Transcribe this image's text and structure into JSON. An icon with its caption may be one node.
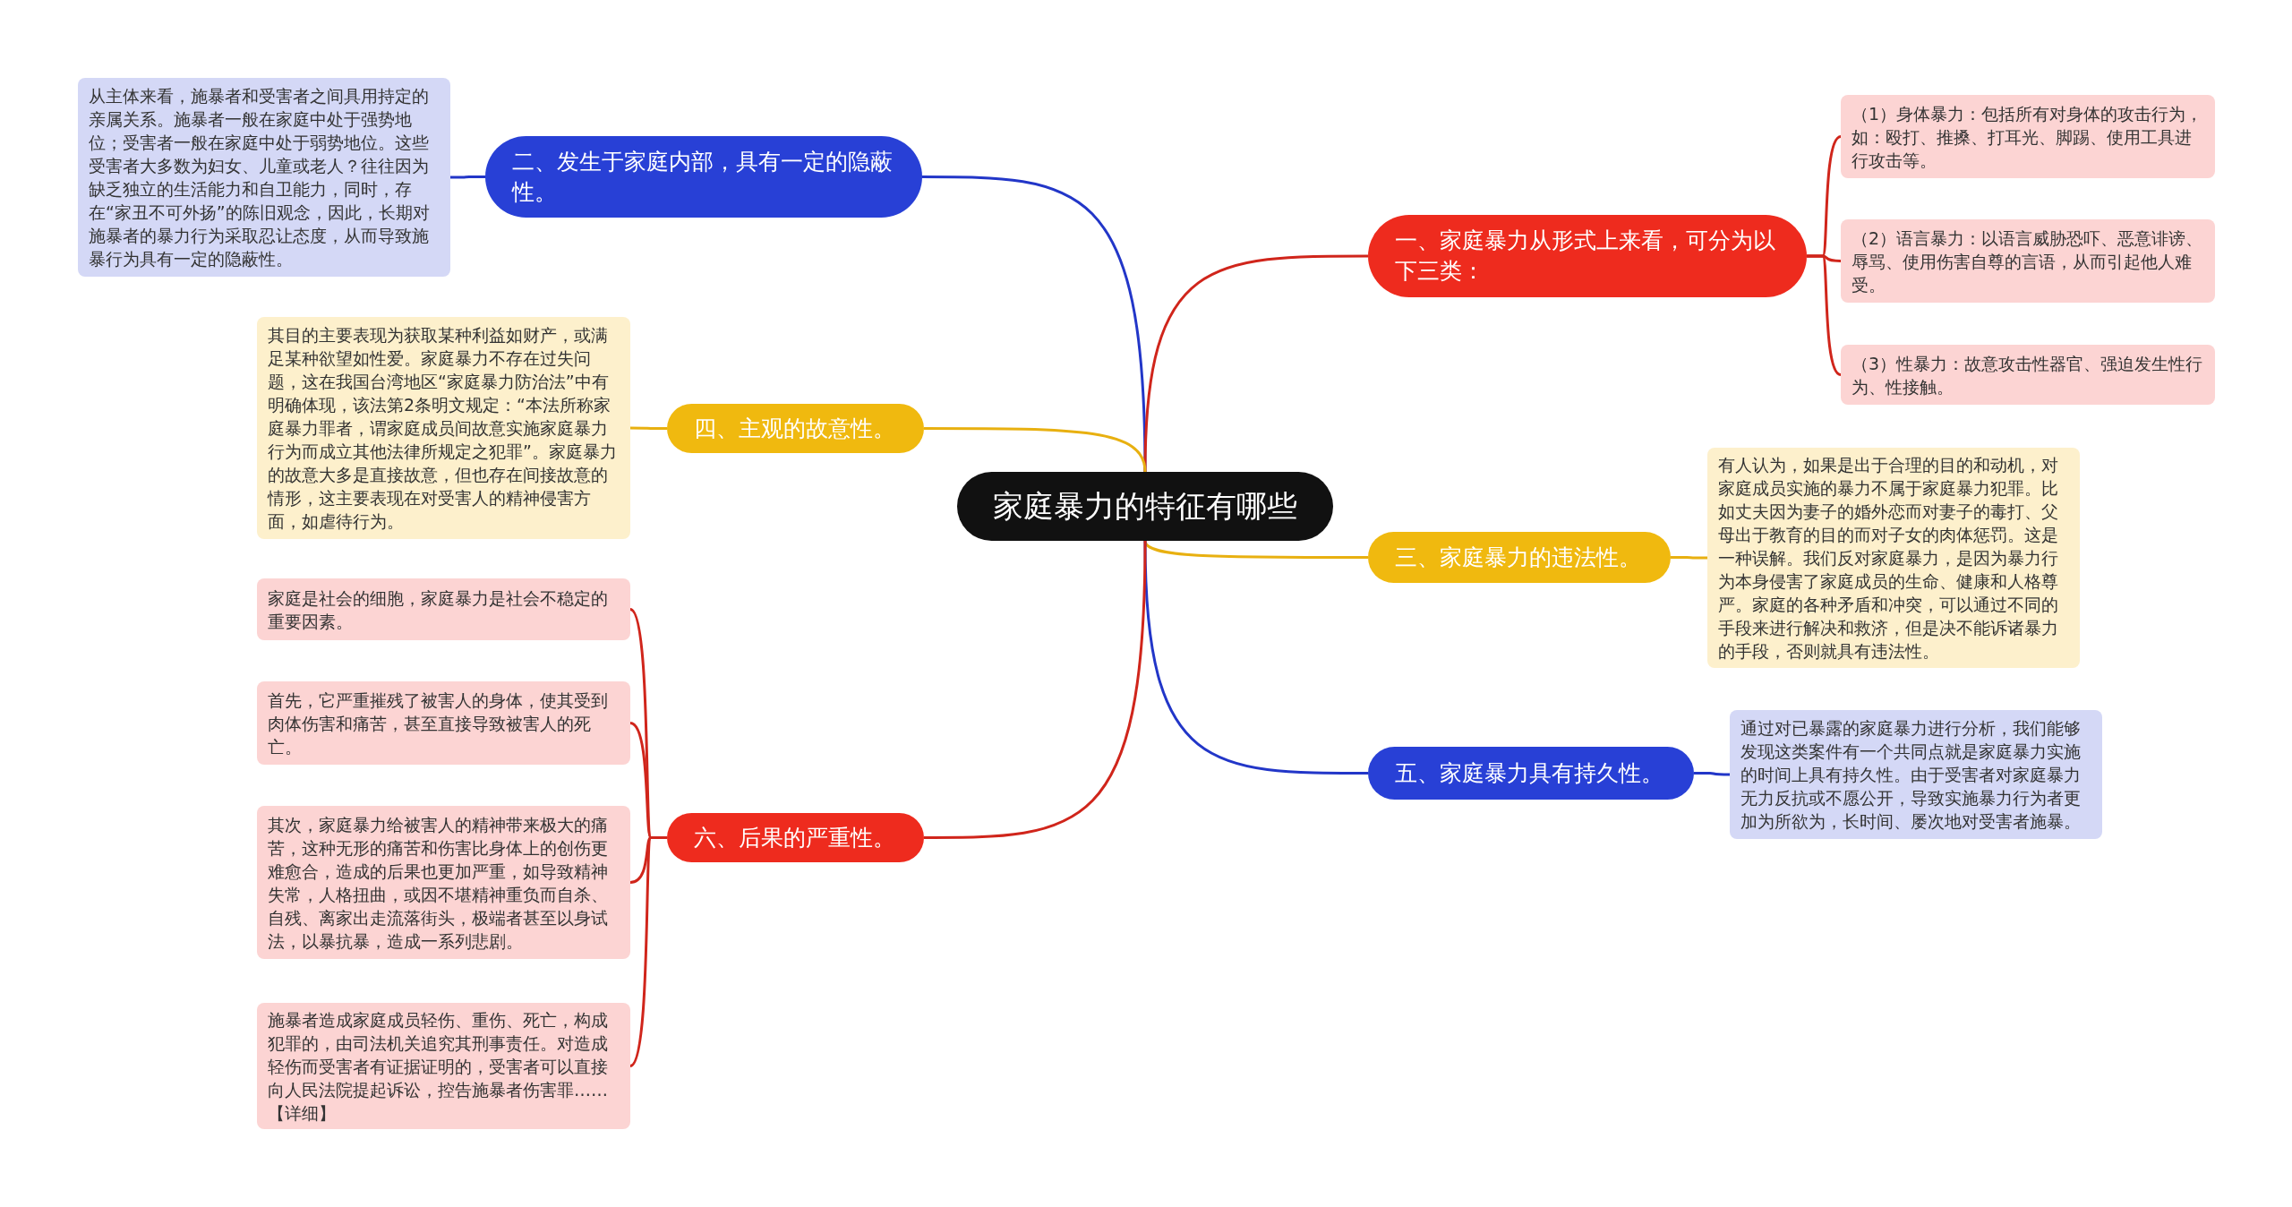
{
  "diagram": {
    "nodes": [
      {
        "text": [
          "家庭暴力的特征有哪些"
        ]
      },
      {
        "text": [
          "二、发生于家庭内部，具有一定的隐蔽性。"
        ]
      },
      {
        "text": [
          "从主体来看，施暴者和受害者之间具用持定的亲属关系。施暴者一般在家庭中处于强势地位；受害者一般在家庭中处于弱势地位。这些受害者大多数为妇女、儿童或老人？往往因为缺乏独立的生活能力和自卫能力，同时，存在“家丑不可外扬”的陈旧观念，因此，长期对施暴者的暴力行为采取忍让态度，从而导致施暴行为具有一定的隐蔽性。"
        ]
      },
      {
        "text": [
          "一、家庭暴力从形式上来看，可分为以下三类："
        ]
      },
      {
        "text": [
          "（1）身体暴力：包括所有对身体的攻击行为，如：殴打、推搡、打耳光、脚踢、使用工具进行攻击等。"
        ]
      },
      {
        "text": [
          "（2）语言暴力：以语言威胁恐吓、恶意诽谤、辱骂、使用伤害自尊的言语，从而引起他人难受。"
        ]
      },
      {
        "text": [
          "（3）性暴力：故意攻击性器官、强迫发生性行为、性接触。"
        ]
      },
      {
        "text": [
          "四、主观的故意性。"
        ]
      },
      {
        "text": [
          "其目的主要表现为获取某种利益如财产，或满足某种欲望如性爱。家庭暴力不存在过失问题，这在我国台湾地区“家庭暴力防治法”中有明确体现，该法第2条明文规定：“本法所称家庭暴力罪者，谓家庭成员间故意实施家庭暴力行为而成立其他法律所规定之犯罪”。家庭暴力的故意大多是直接故意，但也存在间接故意的情形，这主要表现在对受害人的精神侵害方面，如虐待行为。"
        ]
      },
      {
        "text": [
          "三、家庭暴力的违法性。"
        ]
      },
      {
        "text": [
          "有人认为，如果是出于合理的目的和动机，对家庭成员实施的暴力不属于家庭暴力犯罪。比如丈夫因为妻子的婚外恋而对妻子的毒打、父母出于教育的目的而对子女的肉体惩罚。这是一种误解。我们反对家庭暴力，是因为暴力行为本身侵害了家庭成员的生命、健康和人格尊严。家庭的各种矛盾和冲突，可以通过不同的手段来进行解决和救济，但是决不能诉诸暴力的手段，否则就具有违法性。"
        ]
      },
      {
        "text": [
          "五、家庭暴力具有持久性。"
        ]
      },
      {
        "text": [
          "通过对已暴露的家庭暴力进行分析，我们能够发现这类案件有一个共同点就是家庭暴力实施的时间上具有持久性。由于受害者对家庭暴力无力反抗或不愿公开，导致实施暴力行为者更加为所欲为，长时间、屡次地对受害者施暴。"
        ]
      },
      {
        "text": [
          "六、后果的严重性。"
        ]
      },
      {
        "text": [
          "家庭是社会的细胞，家庭暴力是社会不稳定的重要因素。"
        ]
      },
      {
        "text": [
          "首先，它严重摧残了被害人的身体，使其受到肉体伤害和痛苦，甚至直接导致被害人的死亡。"
        ]
      },
      {
        "text": [
          "其次，家庭暴力给被害人的精神带来极大的痛苦，这种无形的痛苦和伤害比身体上的创伤更难愈合，造成的后果也更加严重，如导致精神失常，人格扭曲，或因不堪精神重负而自杀、自残、离家出走流落街头，极端者甚至以身试法，以暴抗暴，造成一系列悲剧。"
        ]
      },
      {
        "text": [
          "施暴者造成家庭成员轻伤、重伤、死亡，构成犯罪的，由司法机关追究其刑事责任。对造成轻伤而受害者有证据证明的，受害者可以直接向人民法院提起诉讼，控告施暴者伤害罪……【详细】"
        ]
      }
    ],
    "edges": [
      {
        "from": 0,
        "to": 1,
        "arrow": "none",
        "color": "#2236c8"
      },
      {
        "from": 1,
        "to": 2,
        "arrow": "none",
        "color": "#2236c8"
      },
      {
        "from": 0,
        "to": 3,
        "arrow": "none"
      },
      {
        "from": 3,
        "to": 4,
        "arrow": "none"
      },
      {
        "from": 3,
        "to": 5,
        "arrow": "none"
      },
      {
        "from": 3,
        "to": 6,
        "arrow": "none"
      },
      {
        "from": 0,
        "to": 7,
        "arrow": "none",
        "color": "#e8b010"
      },
      {
        "from": 7,
        "to": 8,
        "arrow": "none",
        "color": "#e8b010"
      },
      {
        "from": 0,
        "to": 9,
        "arrow": "none",
        "color": "#e8b010"
      },
      {
        "from": 9,
        "to": 10,
        "arrow": "none",
        "color": "#e8b010"
      },
      {
        "from": 0,
        "to": 11,
        "arrow": "none",
        "color": "#2236c8"
      },
      {
        "from": 11,
        "to": 12,
        "arrow": "none",
        "color": "#2236c8"
      },
      {
        "from": 0,
        "to": 13,
        "arrow": "none"
      },
      {
        "from": 13,
        "to": 14,
        "arrow": "none"
      },
      {
        "from": 13,
        "to": 15,
        "arrow": "none"
      },
      {
        "from": 13,
        "to": 16,
        "arrow": "none"
      },
      {
        "from": 13,
        "to": 17,
        "arrow": "none"
      }
    ]
  }
}
